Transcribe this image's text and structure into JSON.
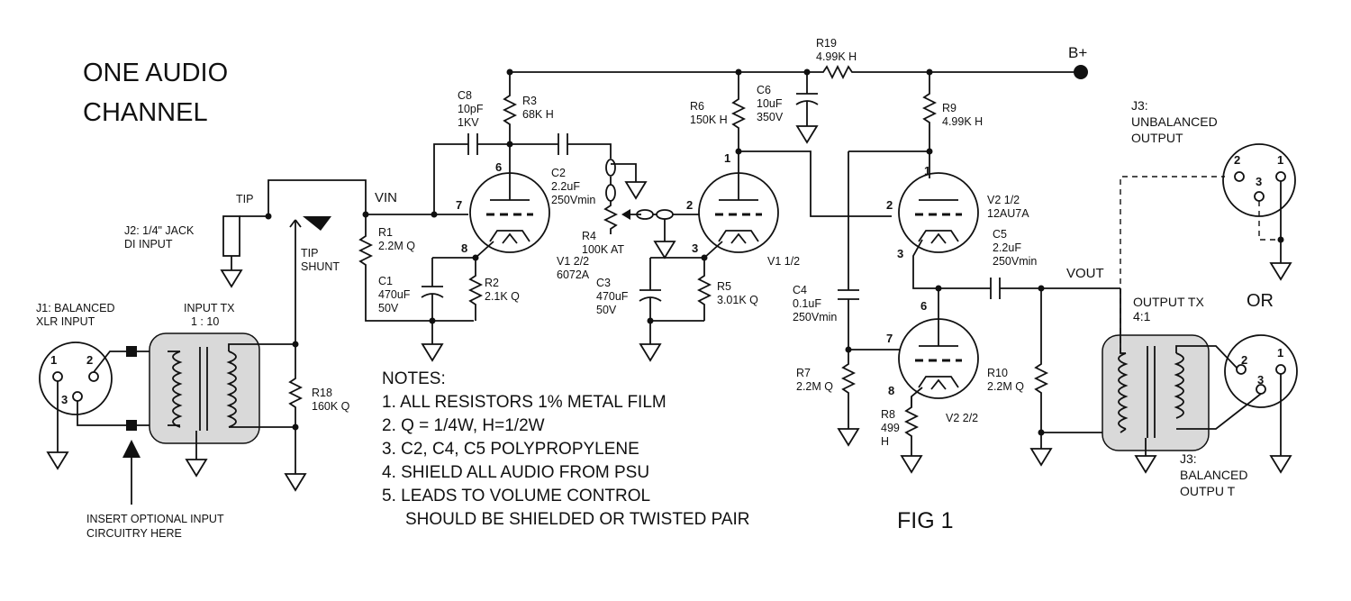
{
  "title": {
    "line1": "ONE AUDIO",
    "line2": "CHANNEL"
  },
  "figure_label": "FIG 1",
  "notes": {
    "heading": "NOTES:",
    "items": [
      "1. ALL RESISTORS 1% METAL FILM",
      "2. Q = 1/4W, H=1/2W",
      "3. C2, C4, C5 POLYPROPYLENE",
      "4. SHIELD ALL AUDIO FROM PSU",
      "5. LEADS TO VOLUME CONTROL",
      "SHOULD BE SHIELDED OR TWISTED PAIR"
    ]
  },
  "nets": {
    "bplus": "B+",
    "vin": "VIN",
    "vout": "VOUT",
    "tip": "TIP",
    "tip_shunt_1": "TIP",
    "tip_shunt_2": "SHUNT",
    "or": "OR"
  },
  "connectors": {
    "j1": {
      "line1": "J1: BALANCED",
      "line2": "XLR INPUT",
      "pins": [
        "1",
        "2",
        "3"
      ]
    },
    "j2": {
      "line1": "J2: 1/4\" JACK",
      "line2": "DI INPUT"
    },
    "j3_unbal": {
      "line1": "J3:",
      "line2": "UNBALANCED",
      "line3": "OUTPUT",
      "pins": [
        "2",
        "1",
        "3"
      ]
    },
    "j3_bal": {
      "line1": "J3:",
      "line2": "BALANCED",
      "line3": "OUTPU T",
      "pins": [
        "2",
        "1",
        "3"
      ]
    }
  },
  "transformers": {
    "input": {
      "name": "INPUT TX",
      "ratio": "1 : 10"
    },
    "output": {
      "name": "OUTPUT TX",
      "ratio": "4:1"
    }
  },
  "insert_note": {
    "line1": "INSERT OPTIONAL INPUT",
    "line2": "CIRCUITRY HERE"
  },
  "tubes": {
    "v1a": {
      "name": "V1 2/2",
      "type": "6072A",
      "pins": [
        "6",
        "7",
        "8"
      ]
    },
    "v1b": {
      "name": "V1 1/2",
      "pins": [
        "1",
        "2",
        "3"
      ]
    },
    "v2a": {
      "name": "V2 1/2",
      "type": "12AU7A",
      "pins": [
        "1",
        "2",
        "3"
      ]
    },
    "v2b": {
      "name": "V2 2/2",
      "pins": [
        "6",
        "7",
        "8"
      ]
    }
  },
  "resistors": {
    "r1": {
      "ref": "R1",
      "value": "2.2M Q"
    },
    "r2": {
      "ref": "R2",
      "value": "2.1K Q"
    },
    "r3": {
      "ref": "R3",
      "value": "68K H"
    },
    "r4": {
      "ref": "R4",
      "value": "100K AT"
    },
    "r5": {
      "ref": "R5",
      "value": "3.01K Q"
    },
    "r6": {
      "ref": "R6",
      "value": "150K H"
    },
    "r7": {
      "ref": "R7",
      "value": "2.2M Q"
    },
    "r8": {
      "ref": "R8",
      "value1": "499",
      "value2": "H"
    },
    "r9": {
      "ref": "R9",
      "value": "4.99K H"
    },
    "r10": {
      "ref": "R10",
      "value": "2.2M Q"
    },
    "r18": {
      "ref": "R18",
      "value": "160K Q"
    },
    "r19": {
      "ref": "R19",
      "value": "4.99K H"
    }
  },
  "capacitors": {
    "c1": {
      "ref": "C1",
      "value": "470uF",
      "voltage": "50V"
    },
    "c2": {
      "ref": "C2",
      "value": "2.2uF",
      "voltage": "250Vmin"
    },
    "c3": {
      "ref": "C3",
      "value": "470uF",
      "voltage": "50V"
    },
    "c4": {
      "ref": "C4",
      "value": "0.1uF",
      "voltage": "250Vmin"
    },
    "c5": {
      "ref": "C5",
      "value": "2.2uF",
      "voltage": "250Vmin"
    },
    "c6": {
      "ref": "C6",
      "value": "10uF",
      "voltage": "350V"
    },
    "c8": {
      "ref": "C8",
      "value": "10pF",
      "voltage": "1KV"
    }
  }
}
